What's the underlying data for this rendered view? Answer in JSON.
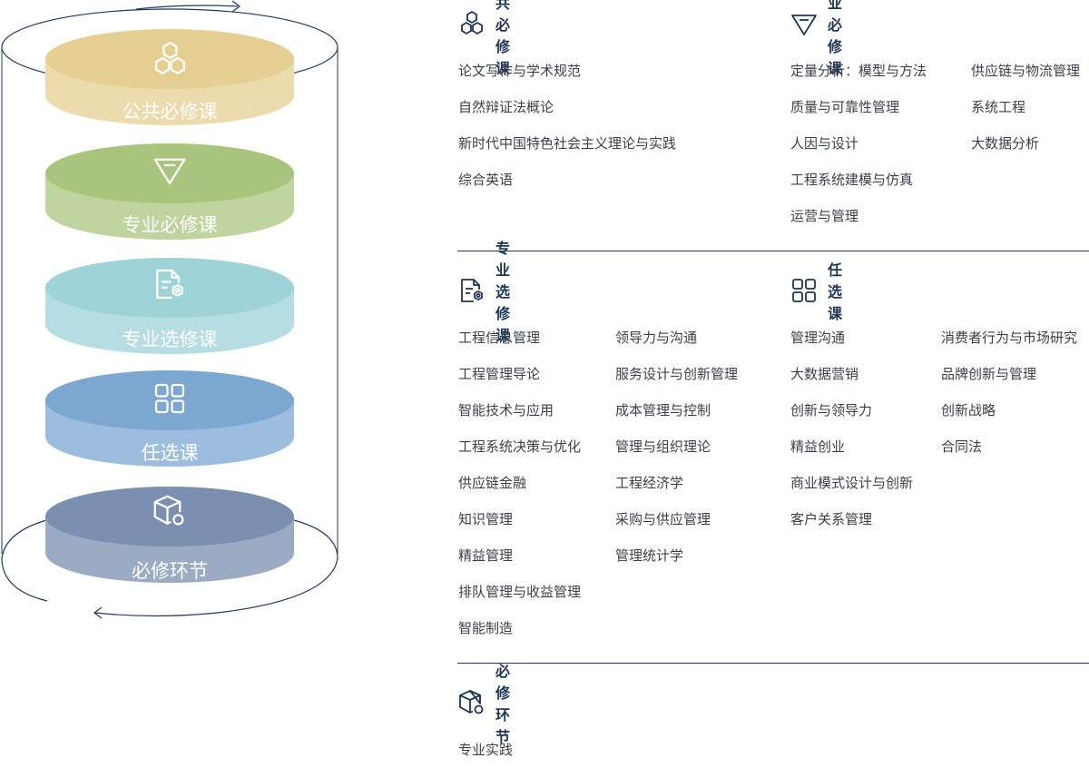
{
  "cylinder": {
    "layers": [
      {
        "label": "公共必修课",
        "icon": "hexagons-icon",
        "color": "#e6cf92"
      },
      {
        "label": "专业必修课",
        "icon": "diamond-icon",
        "color": "#a9c57d"
      },
      {
        "label": "专业选修课",
        "icon": "document-gear-icon",
        "color": "#9ed3d8"
      },
      {
        "label": "任选课",
        "icon": "grid-icon",
        "color": "#7ba7d1"
      },
      {
        "label": "必修环节",
        "icon": "cube-icon",
        "color": "#7b8fb0"
      }
    ]
  },
  "sections": {
    "public_required": {
      "title": "公共必修课",
      "icon": "hexagons-icon",
      "col1": [
        "论文写作与学术规范",
        "自然辩证法概论",
        "新时代中国特色社会主义理论与实践",
        "综合英语"
      ]
    },
    "major_required": {
      "title": "专业必修课",
      "icon": "diamond-icon",
      "col1": [
        "定量分析：模型与方法",
        "质量与可靠性管理",
        "人因与设计",
        "工程系统建模与仿真",
        "运营与管理"
      ],
      "col2": [
        "供应链与物流管理",
        "系统工程",
        "大数据分析"
      ]
    },
    "major_elective": {
      "title": "专业选修课",
      "icon": "document-gear-icon",
      "col1": [
        "工程信息管理",
        "工程管理导论",
        "智能技术与应用",
        "工程系统决策与优化",
        "供应链金融",
        "知识管理",
        "精益管理",
        "排队管理与收益管理",
        "智能制造"
      ],
      "col2": [
        "领导力与沟通",
        "服务设计与创新管理",
        "成本管理与控制",
        "管理与组织理论",
        "工程经济学",
        "采购与供应管理",
        "管理统计学"
      ]
    },
    "free_elective": {
      "title": "任选课",
      "icon": "grid-icon",
      "col1": [
        "管理沟通",
        "大数据营销",
        "创新与领导力",
        "精益创业",
        "商业模式设计与创新",
        "客户关系管理"
      ],
      "col2": [
        "消费者行为与市场研究",
        "品牌创新与管理",
        "创新战略",
        "合同法"
      ]
    },
    "required_links": {
      "title": "必修环节",
      "icon": "cube-icon",
      "col1": [
        "专业实践"
      ]
    }
  },
  "colors": {
    "navy": "#1d3557",
    "text": "#3a3f4a",
    "divider": "#1d3a66"
  }
}
